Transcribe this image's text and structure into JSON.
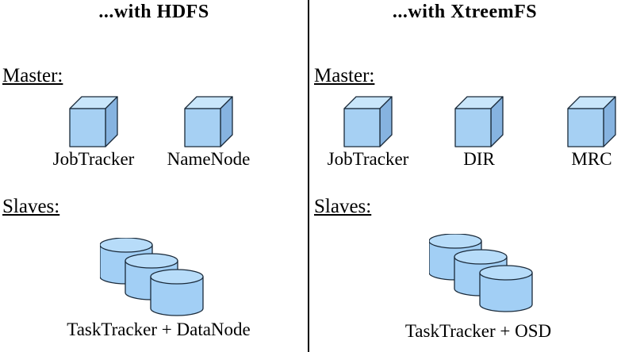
{
  "colors": {
    "cube_top": "#c9e6fb",
    "cube_front": "#a6d0f3",
    "cube_side": "#86b3e0",
    "cyl_body": "#a2cff5",
    "cyl_top": "#b7dcf9",
    "outline": "#1a2a3a",
    "divider": "#000000"
  },
  "left": {
    "title": "...with HDFS",
    "master_heading": "Master:",
    "slaves_heading": "Slaves:",
    "nodes": {
      "jobtracker": "JobTracker",
      "namenode": "NameNode"
    },
    "slaves_caption": "TaskTracker + DataNode"
  },
  "right": {
    "title": "...with XtreemFS",
    "master_heading": "Master:",
    "slaves_heading": "Slaves:",
    "nodes": {
      "jobtracker": "JobTracker",
      "dir": "DIR",
      "mrc": "MRC"
    },
    "slaves_caption": "TaskTracker + OSD"
  }
}
